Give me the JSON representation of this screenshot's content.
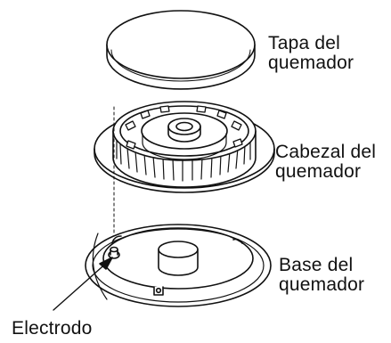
{
  "labels": {
    "burner_cap": {
      "line1": "Tapa del",
      "line2": "quemador"
    },
    "burner_head": {
      "line1": "Cabezal del",
      "line2": "quemador"
    },
    "burner_base": {
      "line1": "Base del",
      "line2": "quemador"
    },
    "electrode": "Electrodo"
  }
}
